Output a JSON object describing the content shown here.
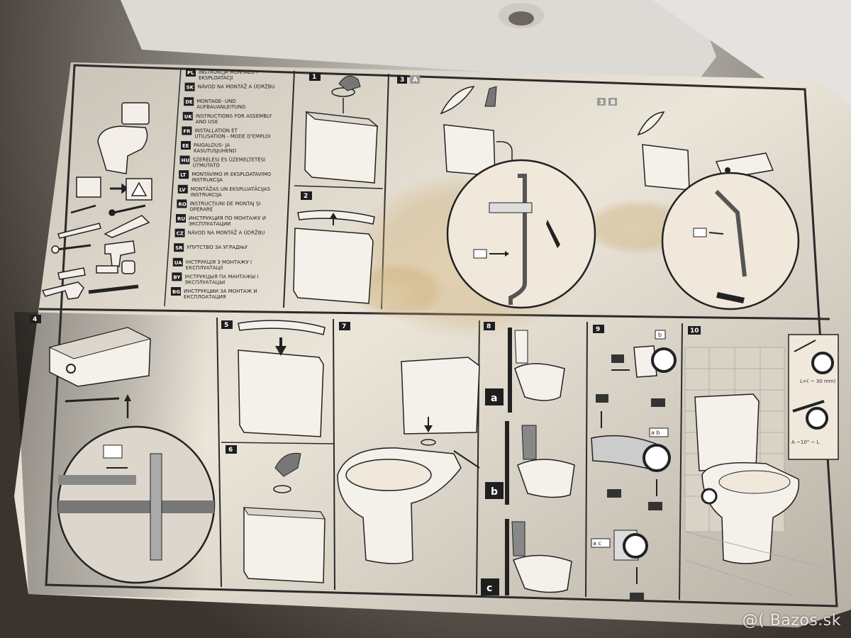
{
  "languages": [
    {
      "code": "PL",
      "text": "INSTRUKCJA MONTAŻU I EKSPLOATACJI"
    },
    {
      "code": "SK",
      "text": "NÁVOD NA MONTÁŽ A ÚDRŽBU"
    },
    {
      "code": "DE",
      "text": "MONTAGE- UND AUFBAUANLEITUNG"
    },
    {
      "code": "UK",
      "text": "INSTRUCTIONS FOR ASSEMBLY AND USE"
    },
    {
      "code": "FR",
      "text": "INSTALLATION ET UTILISATION - MODE D'EMPLOI"
    },
    {
      "code": "EE",
      "text": "PAIGALDUS- JA KASUTUSJUHEND"
    },
    {
      "code": "HU",
      "text": "SZERELÉSI ÉS ÜZEMELTETÉSI ÚTMUTATÓ"
    },
    {
      "code": "LT",
      "text": "MONTAVIMO IR EKSPLOATAVIMO INSTRUKCIJA"
    },
    {
      "code": "LV",
      "text": "MONTĀŽAS UN EKSPLUATĀCIJAS INSTRUKCIJA"
    },
    {
      "code": "RO",
      "text": "INSTRUCȚIUNI DE MONTAJ ȘI OPERARE"
    },
    {
      "code": "RU",
      "text": "ИНСТРУКЦИЯ ПО МОНТАЖУ И ЭКСПЛУАТАЦИИ"
    },
    {
      "code": "CZ",
      "text": "NÁVOD NA MONTÁŽ A ÚDRŽBU"
    },
    {
      "code": "SR",
      "text": "УПУТСТВО ЗА УГРАДЊУ"
    },
    {
      "code": "UA",
      "text": "ІНСТРУКЦІЯ З МОНТАЖУ І ЕКСПЛУАТАЦІЇ"
    },
    {
      "code": "BY",
      "text": "ІНСТРУКЦЫЯ ПА МАНТАЖЫ І ЭКСПЛУАТАЦЫІ"
    },
    {
      "code": "BG",
      "text": "ИНСТРУКЦИИ ЗА МОНТАЖ И ЕКСПЛОАТАЦИЯ"
    }
  ],
  "steps": {
    "s1": "1",
    "s2": "2",
    "s3": "3",
    "s3a": "A",
    "s3b1": "3",
    "s3b2": "B",
    "s4": "4",
    "s5": "5",
    "s6": "6",
    "s7": "7",
    "s8": "8",
    "s9": "9",
    "s10": "10"
  },
  "variants": {
    "a": "a",
    "b": "b",
    "c": "c",
    "nine_b": "b",
    "nine_ab": "a b",
    "nine_ac": "a c"
  },
  "dimensions": {
    "gap": "L=( ~ 30 mm)",
    "angle": "A ~10° ~ L"
  },
  "watermark": "@( Bazos.sk",
  "colors": {
    "paper": "#e9e2d6",
    "ink": "#1e1e1e",
    "stain": "#c9a66b",
    "panel_border": "#2b2b2b"
  }
}
